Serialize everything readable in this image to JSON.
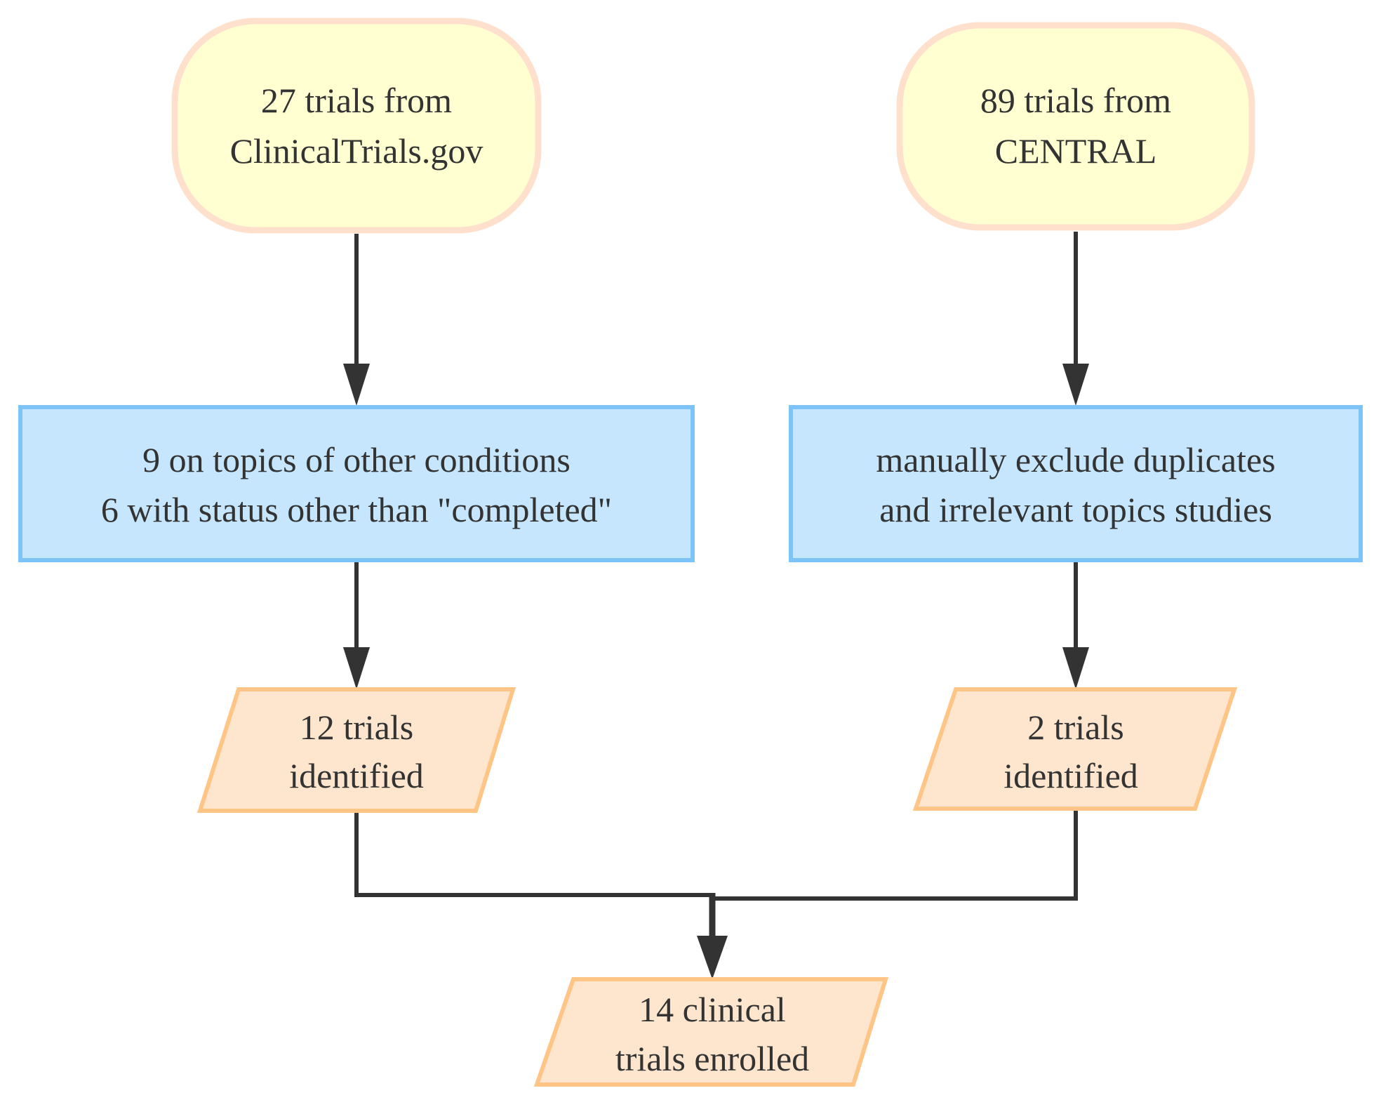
{
  "colors": {
    "source_fill": "#FFFFD2",
    "source_stroke": "#FFE0CC",
    "filter_fill": "#C6E6FD",
    "filter_stroke": "#7CC3F8",
    "result_fill": "#FEE6CE",
    "result_stroke": "#FFC587",
    "arrow": "#333333",
    "text": "#333333"
  },
  "nodes": {
    "source_left": {
      "line1": "27 trials from",
      "line2": "ClinicalTrials.gov"
    },
    "source_right": {
      "line1": "89 trials from",
      "line2": "CENTRAL"
    },
    "filter_left": {
      "line1": "9 on topics of other conditions",
      "line2": "6 with status other than \"completed\""
    },
    "filter_right": {
      "line1": "manually exclude duplicates",
      "line2": "and irrelevant topics studies"
    },
    "result_left": {
      "line1": "12 trials",
      "line2": "identified"
    },
    "result_right": {
      "line1": "2 trials",
      "line2": "identified"
    },
    "final": {
      "line1": "14 clinical",
      "line2": "trials enrolled"
    }
  }
}
